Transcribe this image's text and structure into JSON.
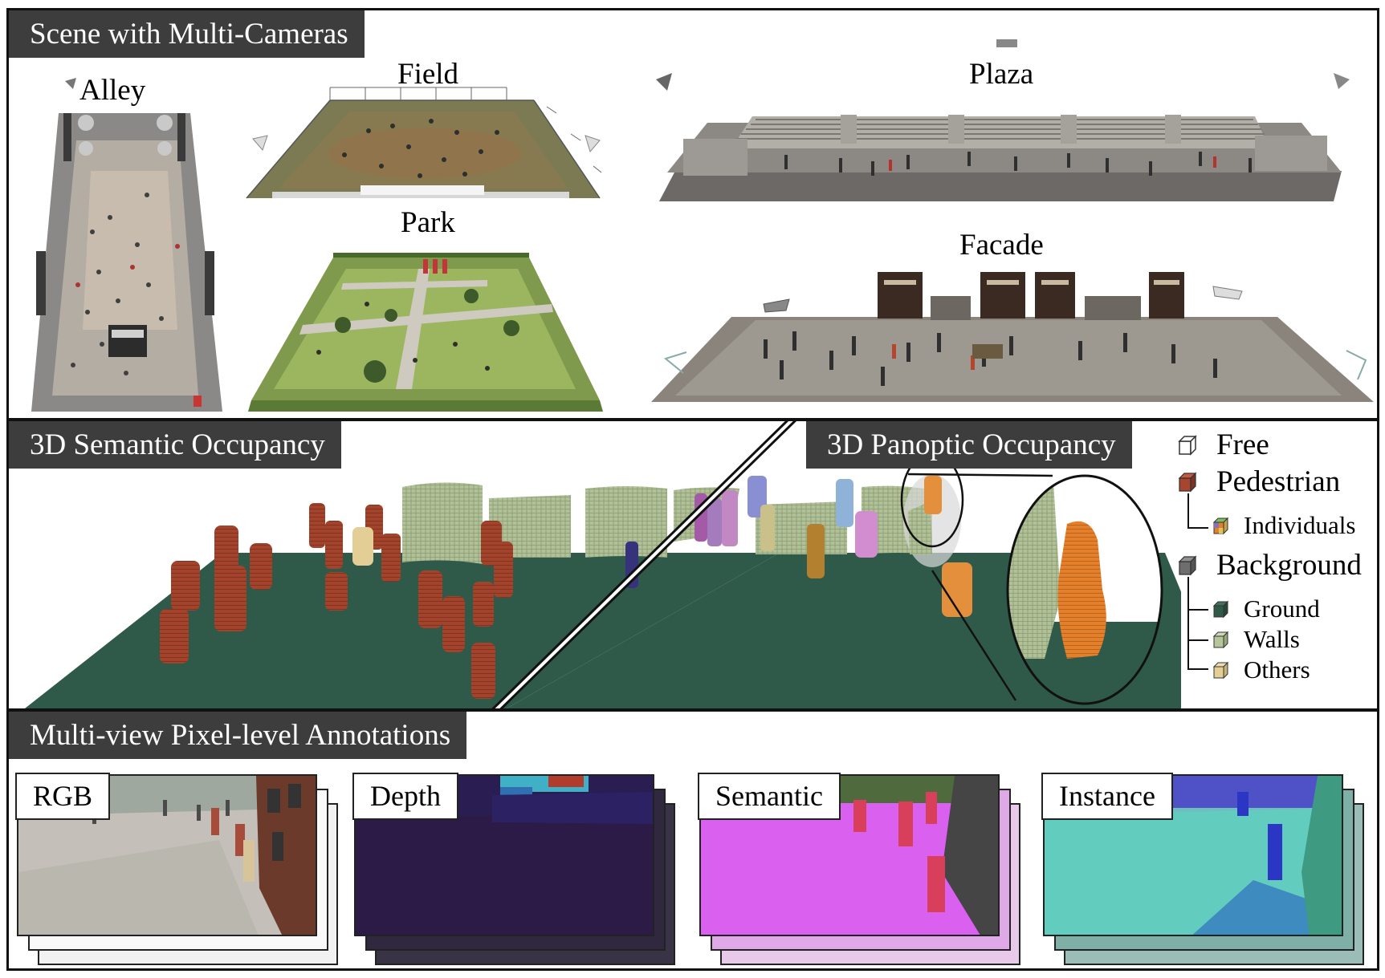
{
  "panels": {
    "scene": {
      "title": "Scene with Multi-Cameras"
    },
    "semantic": {
      "title": "3D Semantic Occupancy"
    },
    "panoptic": {
      "title": "3D Panoptic Occupancy"
    },
    "annotations": {
      "title": "Multi-view Pixel-level Annotations"
    }
  },
  "scenes": {
    "alley": "Alley",
    "field": "Field",
    "park": "Park",
    "plaza": "Plaza",
    "facade": "Facade"
  },
  "legend": {
    "free": {
      "label": "Free",
      "color": "#ffffff"
    },
    "pedestrian": {
      "label": "Pedestrian",
      "color": "#a8452f"
    },
    "individuals": {
      "label": "Individuals",
      "colors": [
        "#e07f2c",
        "#8a6fb8",
        "#7cbf63",
        "#e3c258"
      ]
    },
    "background": {
      "label": "Background",
      "color": "#6e6e6e"
    },
    "ground": {
      "label": "Ground",
      "color": "#2f5a4a"
    },
    "walls": {
      "label": "Walls",
      "color": "#b7c69a"
    },
    "others": {
      "label": "Others",
      "color": "#e3cf95"
    }
  },
  "annotation_views": [
    {
      "label": "RGB"
    },
    {
      "label": "Depth"
    },
    {
      "label": "Semantic"
    },
    {
      "label": "Instance"
    }
  ]
}
